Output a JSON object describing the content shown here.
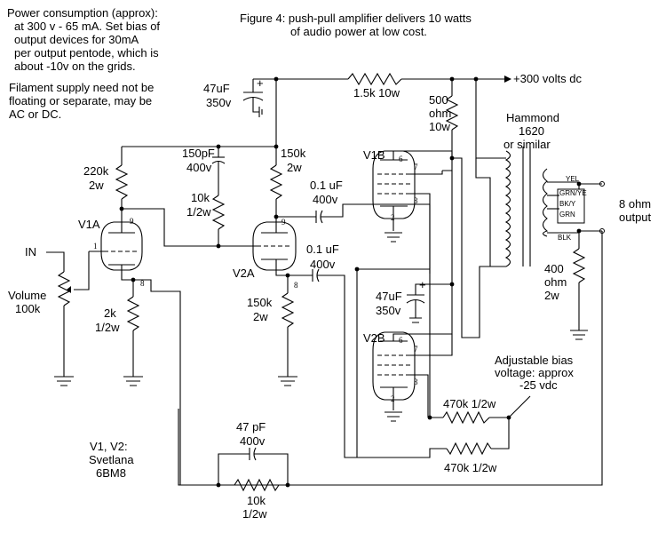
{
  "notes": {
    "power": [
      "Power consumption (approx):",
      "at 300 v - 65 mA. Set bias of",
      "output devices for 30mA",
      "per output pentode, which is",
      "about -10v on the grids.",
      "Filament supply need not be",
      "floating or separate, may be",
      "AC or DC."
    ],
    "figure": [
      "Figure 4: push-pull amplifier delivers 10 watts",
      "of audio power at low cost."
    ],
    "tubes": [
      "V1, V2:",
      "Svetlana",
      "6BM8"
    ],
    "bias": [
      "Adjustable bias",
      "voltage: approx",
      "-25 vdc"
    ]
  },
  "labels": {
    "supply": "+300 volts dc",
    "in": "IN",
    "out": [
      "8 ohm",
      "output"
    ],
    "transformer": [
      "Hammond",
      "1620",
      "or similar"
    ],
    "taps": [
      "YEL",
      "GRN/YE",
      "BK/Y",
      "GRN",
      "BLK"
    ]
  },
  "tubes": {
    "v1a": "V1A",
    "v1b": "V1B",
    "v2a": "V2A",
    "v2b": "V2B"
  },
  "pins": {
    "v1a": [
      "1",
      "9",
      "8"
    ],
    "v2a": [
      "9",
      "8"
    ],
    "v1b": [
      "6",
      "7",
      "3",
      "2"
    ],
    "v2b": [
      "6",
      "7",
      "3",
      "2"
    ]
  },
  "components": {
    "c_47u_top": [
      "47uF",
      "350v"
    ],
    "r_1k5": "1.5k 10w",
    "r_500": [
      "500",
      "ohm",
      "10w"
    ],
    "c_150p": [
      "150pF",
      "400v"
    ],
    "r_220k": [
      "220k",
      "2w"
    ],
    "r_150k_top": [
      "150k",
      "2w"
    ],
    "r_10k_mid": [
      "10k",
      "1/2w"
    ],
    "c_01_top": [
      "0.1 uF",
      "400v"
    ],
    "c_01_bot": [
      "0.1 uF",
      "400v"
    ],
    "r_volume": [
      "Volume",
      "100k"
    ],
    "r_2k": [
      "2k",
      "1/2w"
    ],
    "r_150k_bot": [
      "150k",
      "2w"
    ],
    "c_47u_mid": [
      "47uF",
      "350v"
    ],
    "r_400": [
      "400",
      "ohm",
      "2w"
    ],
    "r_470k_a": "470k 1/2w",
    "r_470k_b": "470k 1/2w",
    "c_47p": [
      "47 pF",
      "400v"
    ],
    "r_10k_fb": [
      "10k",
      "1/2w"
    ]
  }
}
